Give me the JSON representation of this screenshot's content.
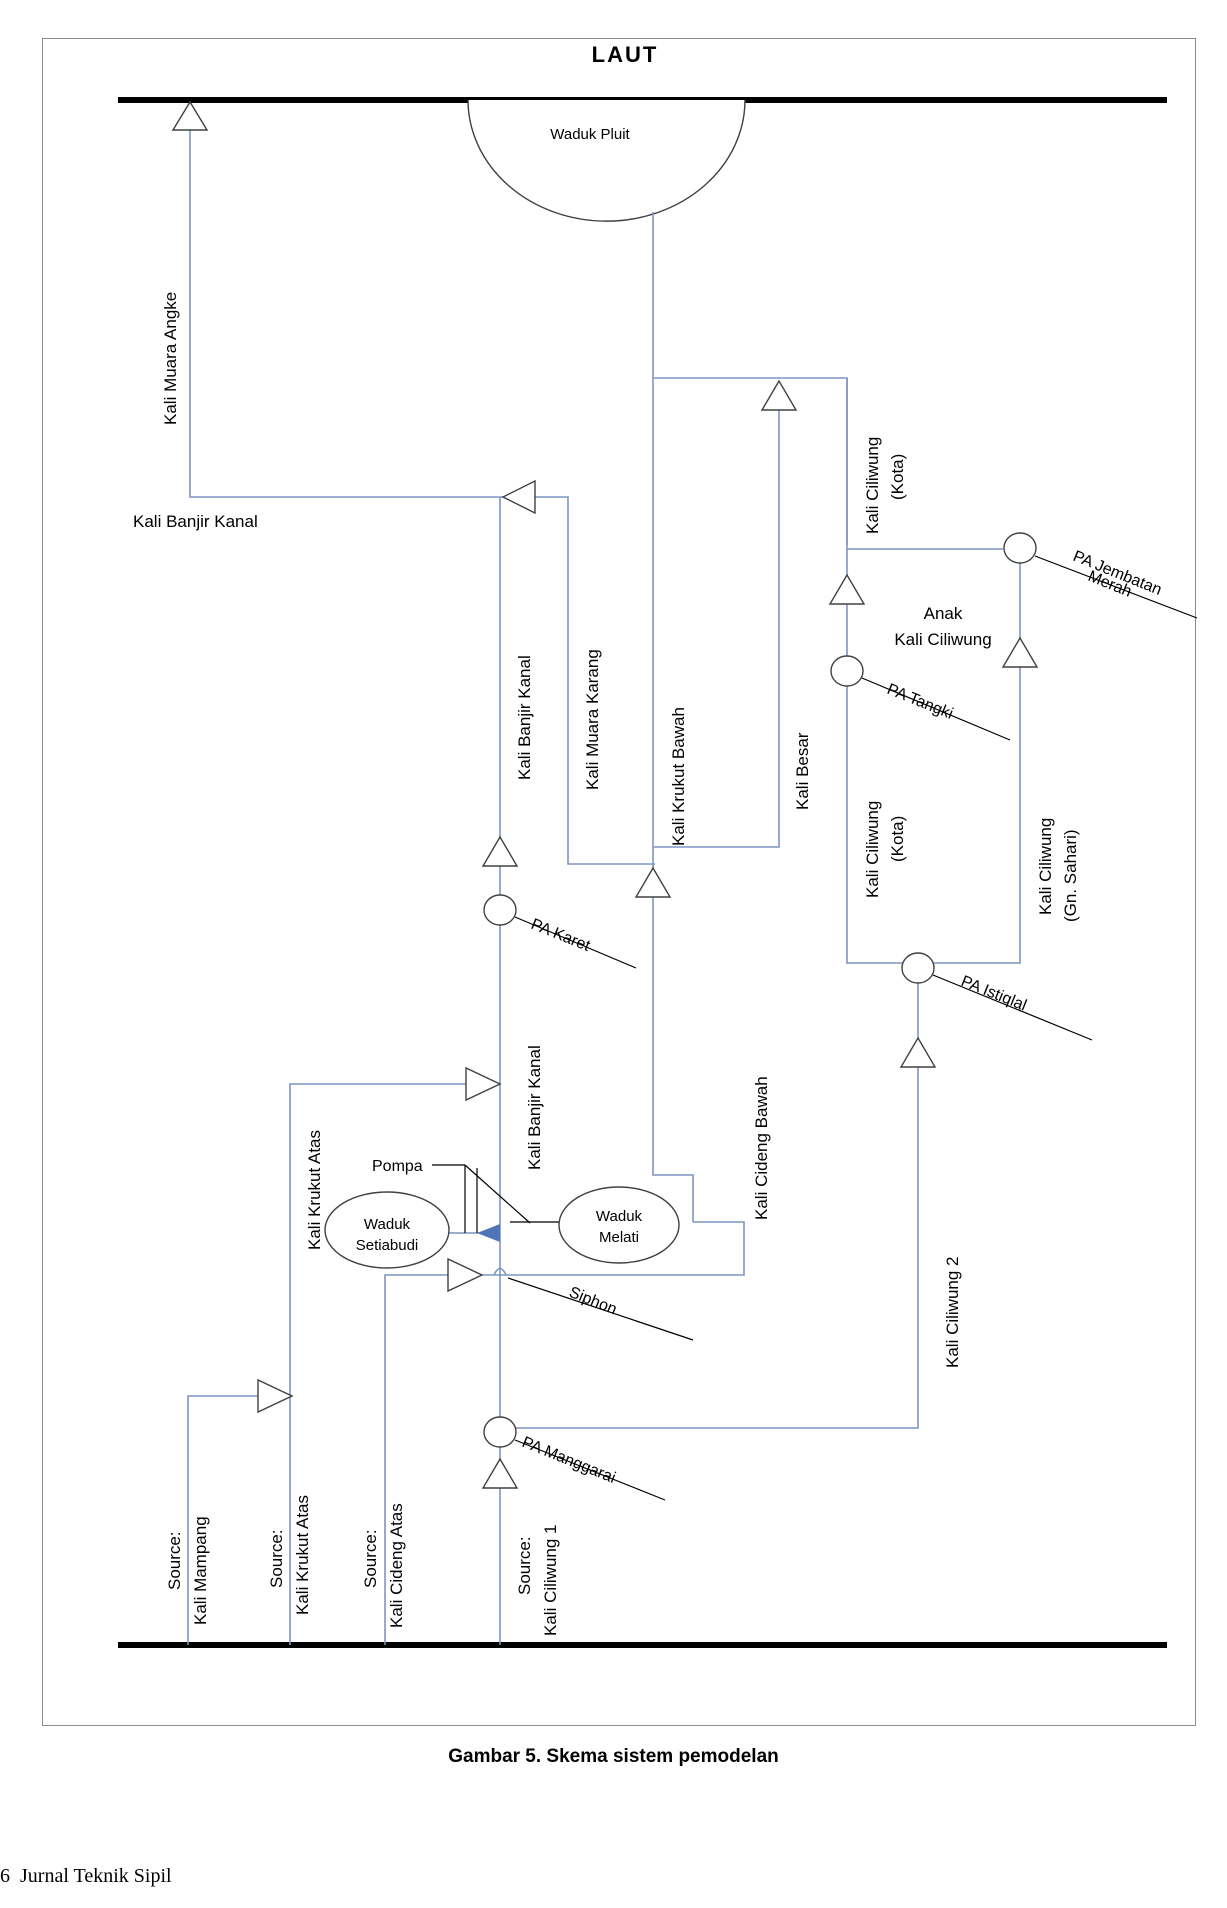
{
  "diagram": {
    "sea_label": "LAUT",
    "caption": "Gambar 5. Skema sistem pemodelan",
    "footer": "6  Jurnal Teknik Sipil",
    "labels": {
      "waduk_pluit": "Waduk Pluit",
      "kali_muara_angke": "Kali Muara Angke",
      "kali_banjir_kanal_top": "Kali Banjir Kanal",
      "kali_banjir_kanal_mid": "Kali Banjir Kanal",
      "kali_banjir_kanal_low": "Kali Banjir Kanal",
      "kali_muara_karang": "Kali Muara Karang",
      "kali_krukut_bawah": "Kali Krukut Bawah",
      "kali_besar": "Kali Besar",
      "kali_ciliwung_kota_top_1": "Kali Ciliwung",
      "kali_ciliwung_kota_top_2": "(Kota)",
      "pa_jembatan_merah_1": "PA Jembatan",
      "pa_jembatan_merah_2": "Merah",
      "anak_kali_ciliwung_1": "Anak",
      "anak_kali_ciliwung_2": "Kali Ciliwung",
      "pa_tangki": "PA Tangki",
      "kali_ciliwung_kota_mid_1": "Kali Ciliwung",
      "kali_ciliwung_kota_mid_2": "(Kota)",
      "kali_ciliwung_sahari_1": "Kali Ciliwung",
      "kali_ciliwung_sahari_2": "(Gn. Sahari)",
      "pa_karet": "PA Karet",
      "pa_istiqlal": "PA Istiqlal",
      "kali_krukut_atas": "Kali Krukut Atas",
      "pompa": "Pompa",
      "waduk_setiabudi_1": "Waduk",
      "waduk_setiabudi_2": "Setiabudi",
      "waduk_melati_1": "Waduk",
      "waduk_melati_2": "Melati",
      "kali_cideng_bawah": "Kali Cideng Bawah",
      "siphon": "Siphon",
      "kali_ciliwung_2": "Kali Ciliwung 2",
      "pa_manggarai": "PA Manggarai",
      "src_mampang_1": "Source:",
      "src_mampang_2": "Kali Mampang",
      "src_krukut_1": "Source:",
      "src_krukut_2": "Kali Krukut Atas",
      "src_cideng_1": "Source:",
      "src_cideng_2": "Kali Cideng Atas",
      "src_ciliwung_1": "Source:",
      "src_ciliwung_2": "Kali Ciliwung 1"
    }
  }
}
